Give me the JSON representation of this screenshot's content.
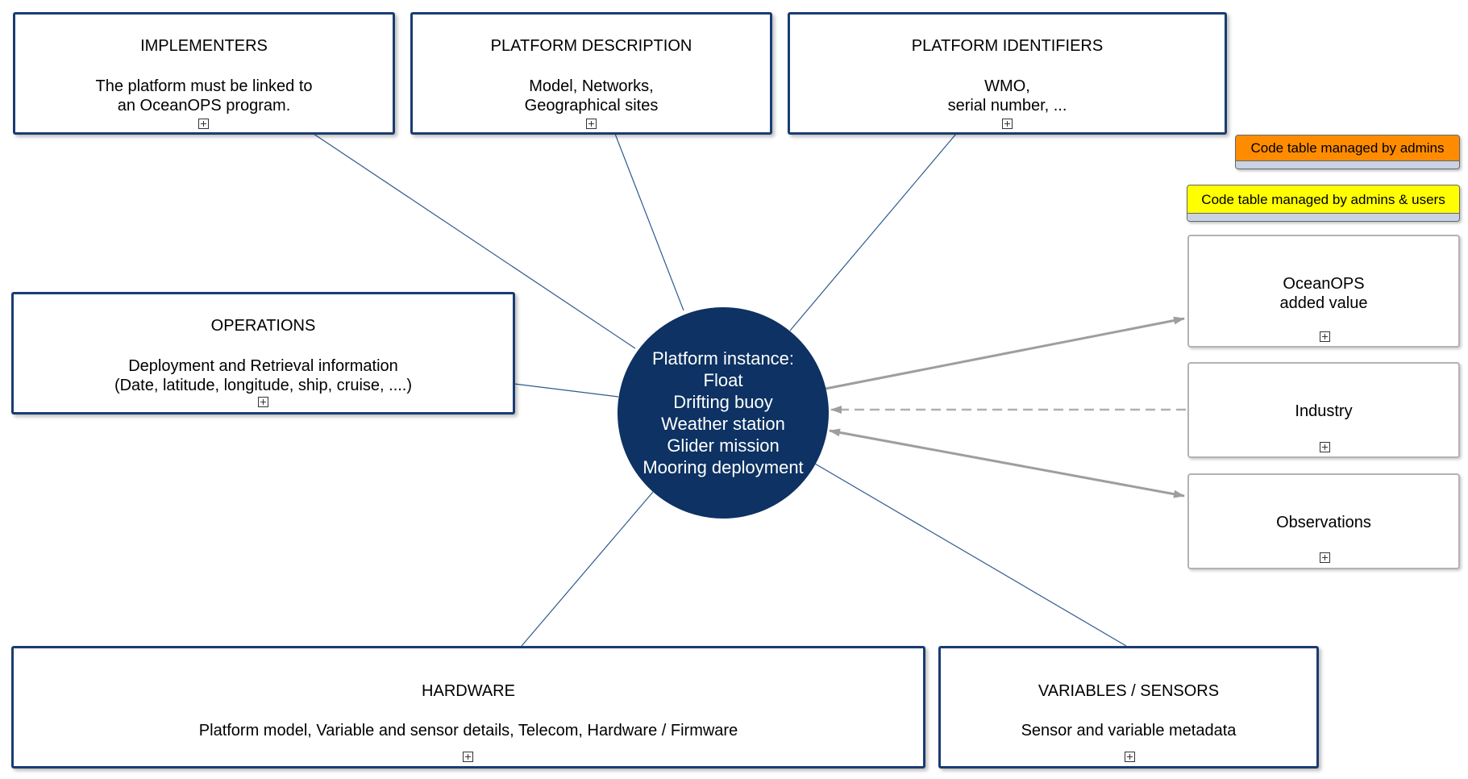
{
  "colors": {
    "primary_border": "#1b3c72",
    "circle_fill": "#0d3263",
    "line": "#2e5a8f",
    "arrow": "#9e9e9e",
    "legend_admins": "#ff8c00",
    "legend_admins_users": "#ffff00"
  },
  "center": {
    "lines": [
      "Platform instance:",
      "Float",
      "Drifting buoy",
      "Weather station",
      "Glider mission",
      "Mooring deployment"
    ]
  },
  "boxes": {
    "implementers": {
      "title": "IMPLEMENTERS",
      "desc": "The platform must be linked to\nan OceanOPS program."
    },
    "platform_description": {
      "title": "PLATFORM DESCRIPTION",
      "desc": "Model, Networks,\nGeographical sites"
    },
    "platform_identifiers": {
      "title": "PLATFORM IDENTIFIERS",
      "desc": "WMO,\nserial number, ..."
    },
    "operations": {
      "title": "OPERATIONS",
      "desc": "Deployment and Retrieval information\n(Date, latitude, longitude, ship, cruise, ....)"
    },
    "hardware": {
      "title": "HARDWARE",
      "desc": "Platform model, Variable and sensor details, Telecom, Hardware / Firmware"
    },
    "variables_sensors": {
      "title": "VARIABLES / SENSORS",
      "desc": "Sensor and variable metadata"
    }
  },
  "external": {
    "oceanops": {
      "label": "OceanOPS\nadded value"
    },
    "industry": {
      "label": "Industry"
    },
    "observations": {
      "label": "Observations"
    }
  },
  "legend": {
    "admins": "Code table managed by admins",
    "admins_users": "Code table managed by admins & users"
  }
}
